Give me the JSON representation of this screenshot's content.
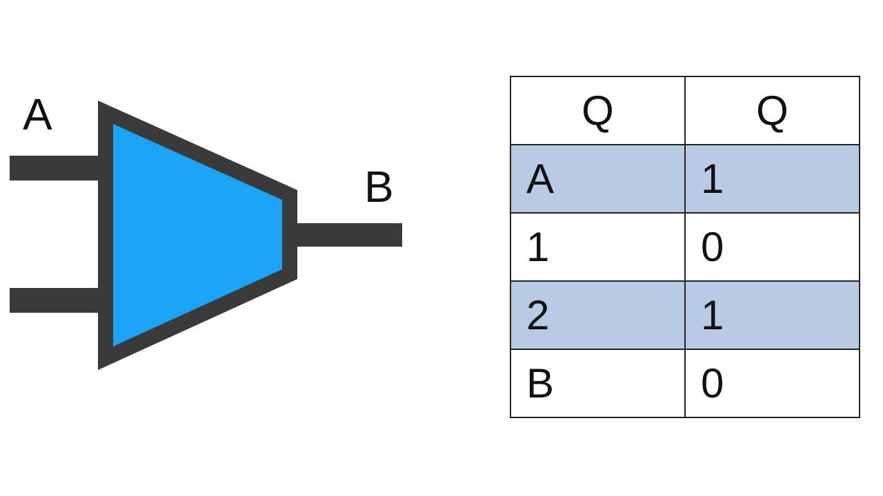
{
  "diagram": {
    "input_label": "A",
    "output_label": "B",
    "gate_fill": "#1aa3f7",
    "gate_stroke": "#3a3a3a"
  },
  "table": {
    "headers": [
      "Q",
      "Q"
    ],
    "rows": [
      [
        "A",
        "1"
      ],
      [
        "1",
        "0"
      ],
      [
        "2",
        "1"
      ],
      [
        "B",
        "0"
      ]
    ],
    "shaded_rows": [
      0,
      2
    ],
    "shade_color": "#b8cbe4"
  }
}
